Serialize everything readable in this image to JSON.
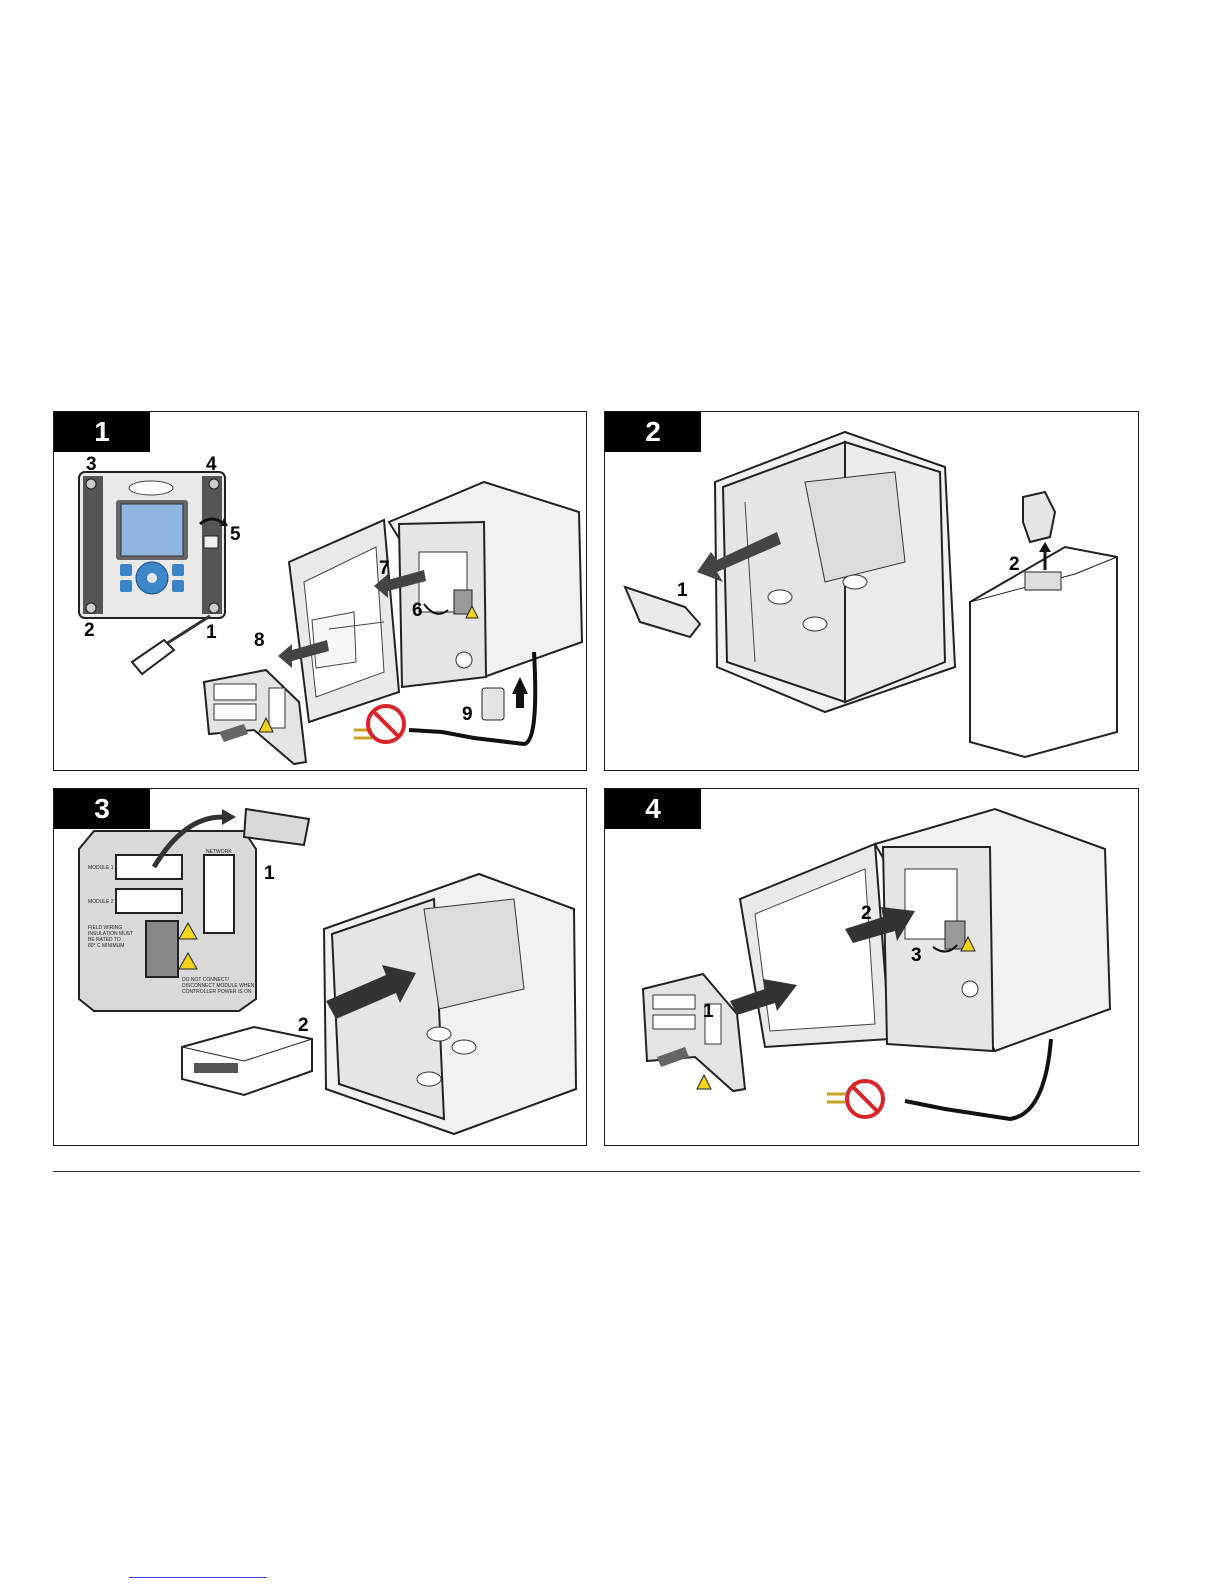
{
  "panels": [
    {
      "step": "1",
      "callouts": [
        "1",
        "2",
        "3",
        "4",
        "5",
        "6",
        "7",
        "8",
        "9"
      ]
    },
    {
      "step": "2",
      "callouts": [
        "1",
        "2"
      ]
    },
    {
      "step": "3",
      "callouts": [
        "1",
        "2"
      ],
      "cover_label": {
        "module1": "MODULE 1",
        "module2": "MODULE 2",
        "network": "NETWORK",
        "field_wiring": [
          "FIELD WIRING",
          "INSULATION MUST",
          "BE RATED TO",
          "80° C MINIMUM"
        ],
        "warning": [
          "DO NOT CONNECT/",
          "DISCONNECT MODULE WHEN",
          "CONTROLLER POWER IS ON"
        ]
      }
    },
    {
      "step": "4",
      "callouts": [
        "1",
        "2",
        "3"
      ]
    }
  ],
  "colors": {
    "frame": "#1a1a1a",
    "step_tab": "#000000",
    "housing": "#e9e9e9",
    "warning_yellow": "#f5d31a",
    "no_power_red": "#d9242a",
    "keypad_blue": "#3a86c8",
    "screen_blue": "#8fb6e0"
  }
}
